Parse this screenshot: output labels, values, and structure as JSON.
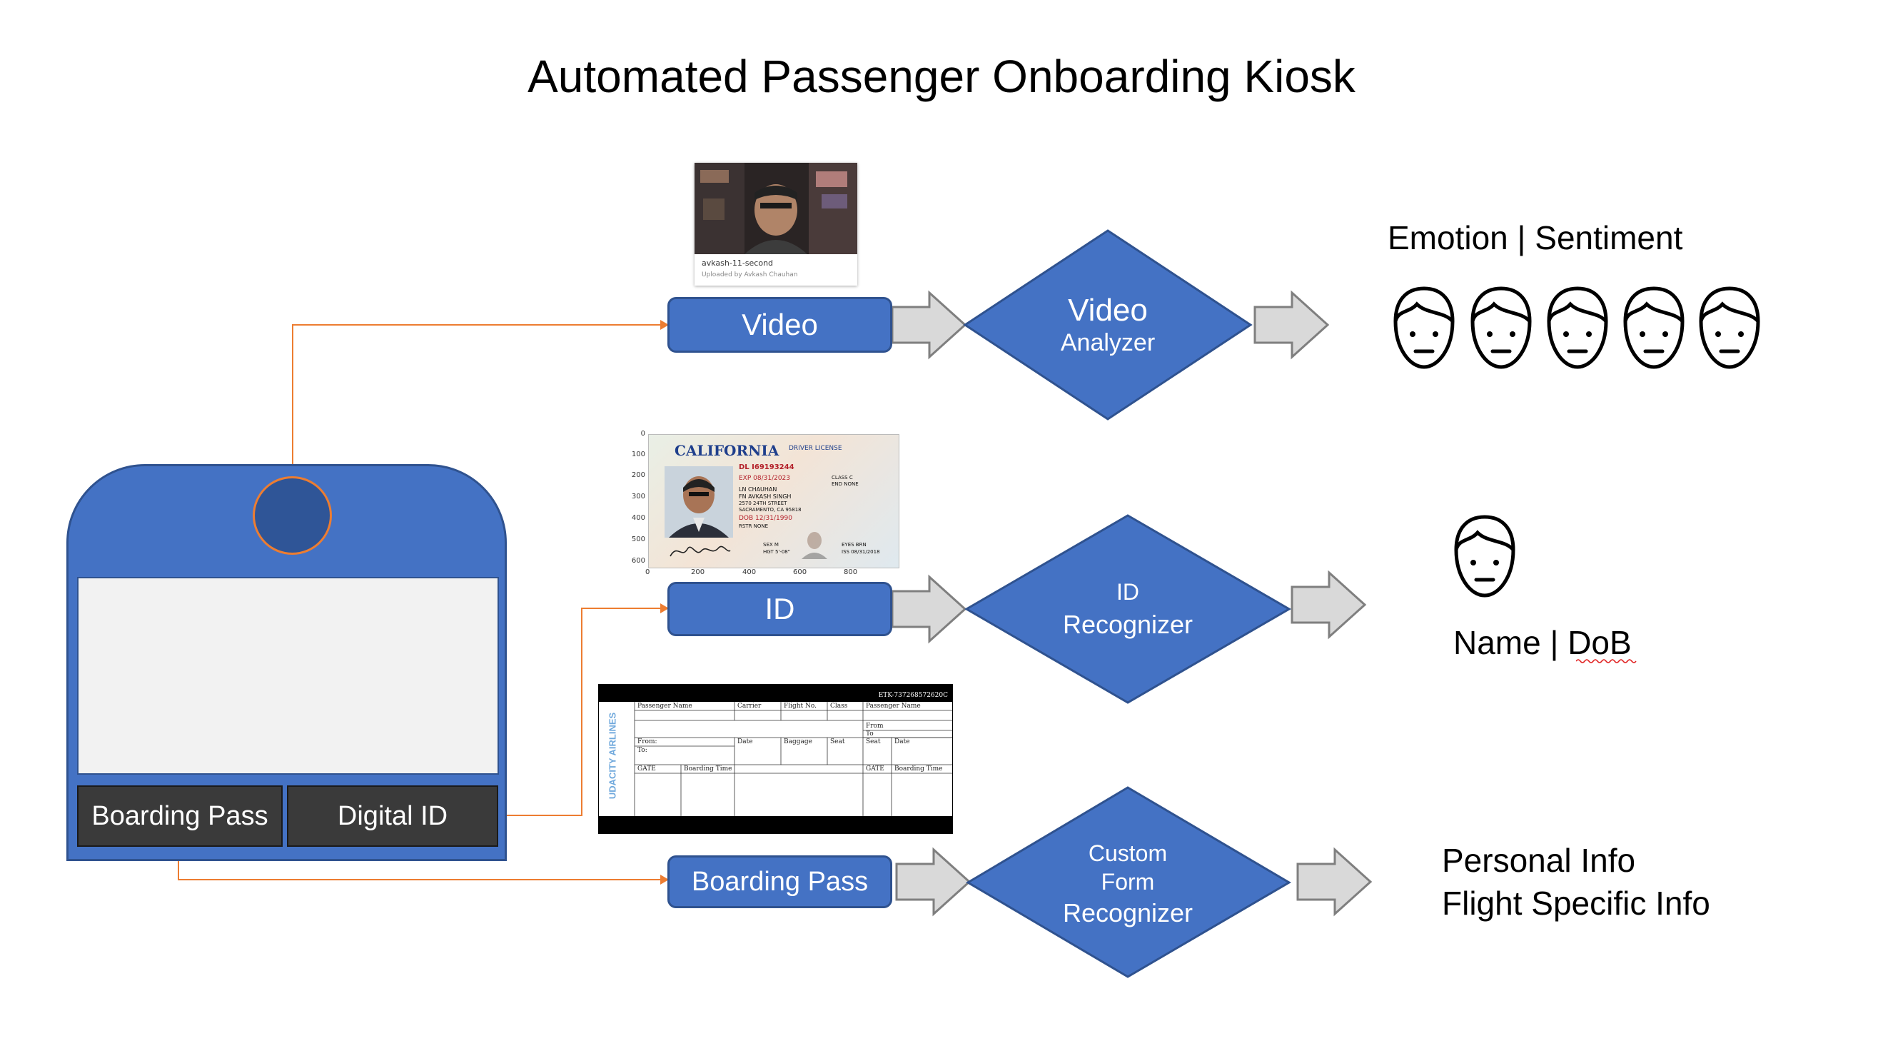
{
  "title": "Automated Passenger Onboarding Kiosk",
  "kiosk": {
    "buttons": [
      "Boarding Pass",
      "Digital ID"
    ]
  },
  "video_row": {
    "input_label": "Video",
    "processor_line1": "Video",
    "processor_line2": "Analyzer",
    "output_label": "Emotion | Sentiment",
    "thumbnail": {
      "filename": "avkash-11-second",
      "uploader": "Uploaded by Avkash Chauhan"
    }
  },
  "id_row": {
    "input_label": "ID",
    "processor_line1": "ID",
    "processor_line2": "Recognizer",
    "output_label": "Name | DoB",
    "license": {
      "state": "CALIFORNIA",
      "type": "DRIVER LICENSE",
      "dl": "DL I69193244",
      "exp": "EXP 08/31/2023",
      "ln": "LN CHAUHAN",
      "fn": "FN AVKASH SINGH",
      "addr1": "2570 24TH STREET",
      "addr2": "SACRAMENTO, CA 95818",
      "dob": "DOB 12/31/1990",
      "rstr": "RSTR NONE",
      "class": "CLASS C",
      "end": "END NONE",
      "sex": "SEX M",
      "hgt": "HGT 5'-08\"",
      "eyes": "EYES BRN",
      "iss": "ISS 08/31/2018",
      "y_ticks": [
        "0",
        "100",
        "200",
        "300",
        "400",
        "500",
        "600"
      ],
      "x_ticks": [
        "0",
        "200",
        "400",
        "600",
        "800"
      ]
    }
  },
  "pass_row": {
    "input_label": "Boarding Pass",
    "processor_line1": "Custom",
    "processor_line2": "Form",
    "processor_line3": "Recognizer",
    "output_line1": "Personal Info",
    "output_line2": "Flight Specific Info",
    "ticket": {
      "etk": "ETK-737268572620C",
      "airline": "UDACITY AIRLINES",
      "passenger_name": "Passenger Name",
      "carrier": "Carrier",
      "flight_no": "Flight No.",
      "class": "Class",
      "from": "From",
      "to": "To",
      "from_colon": "From:",
      "to_colon": "To:",
      "date": "Date",
      "baggage": "Baggage",
      "seat": "Seat",
      "gate": "GATE",
      "boarding_time": "Boarding Time"
    }
  },
  "colors": {
    "primary": "#4472c4",
    "primary_border": "#2f528f",
    "connector": "#ed7d31",
    "arrow_fill": "#d9d9d9",
    "arrow_stroke": "#7f7f7f",
    "kiosk_button": "#3a3a3a",
    "screen": "#f2f2f2"
  }
}
